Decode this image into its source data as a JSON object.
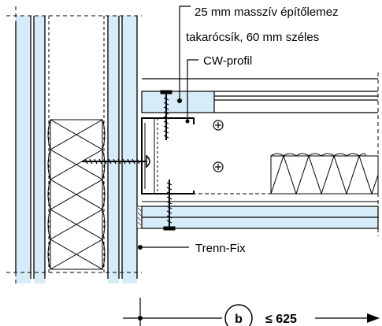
{
  "labels": {
    "board_line1": "25 mm masszív építőlemez",
    "board_line2": "takarócsík, 60 mm széles",
    "cw_profile": "CW-profil",
    "trenn_fix": "Trenn-Fix"
  },
  "dimension": {
    "marker": "b",
    "value": "≤ 625"
  },
  "colors": {
    "board_fill": "#d6ecf8",
    "line": "#000000",
    "background": "#ffffff"
  }
}
